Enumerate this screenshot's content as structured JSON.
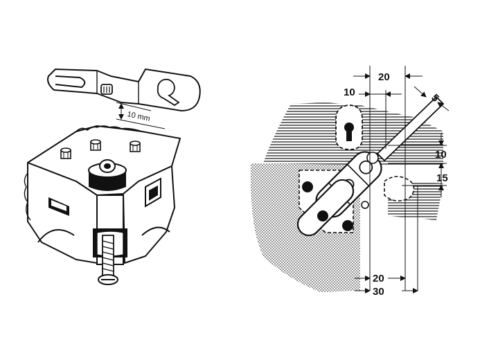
{
  "left_figure": {
    "gap_label": "10 mm"
  },
  "right_figure": {
    "dim_top_20": "20",
    "dim_top_10": "10",
    "dim_diag_5": "5",
    "dim_right_10": "10",
    "dim_right_15": "15",
    "dim_bottom_20": "20",
    "dim_bottom_30": "30"
  },
  "colors": {
    "ink": "#111111",
    "paper": "#ffffff"
  }
}
